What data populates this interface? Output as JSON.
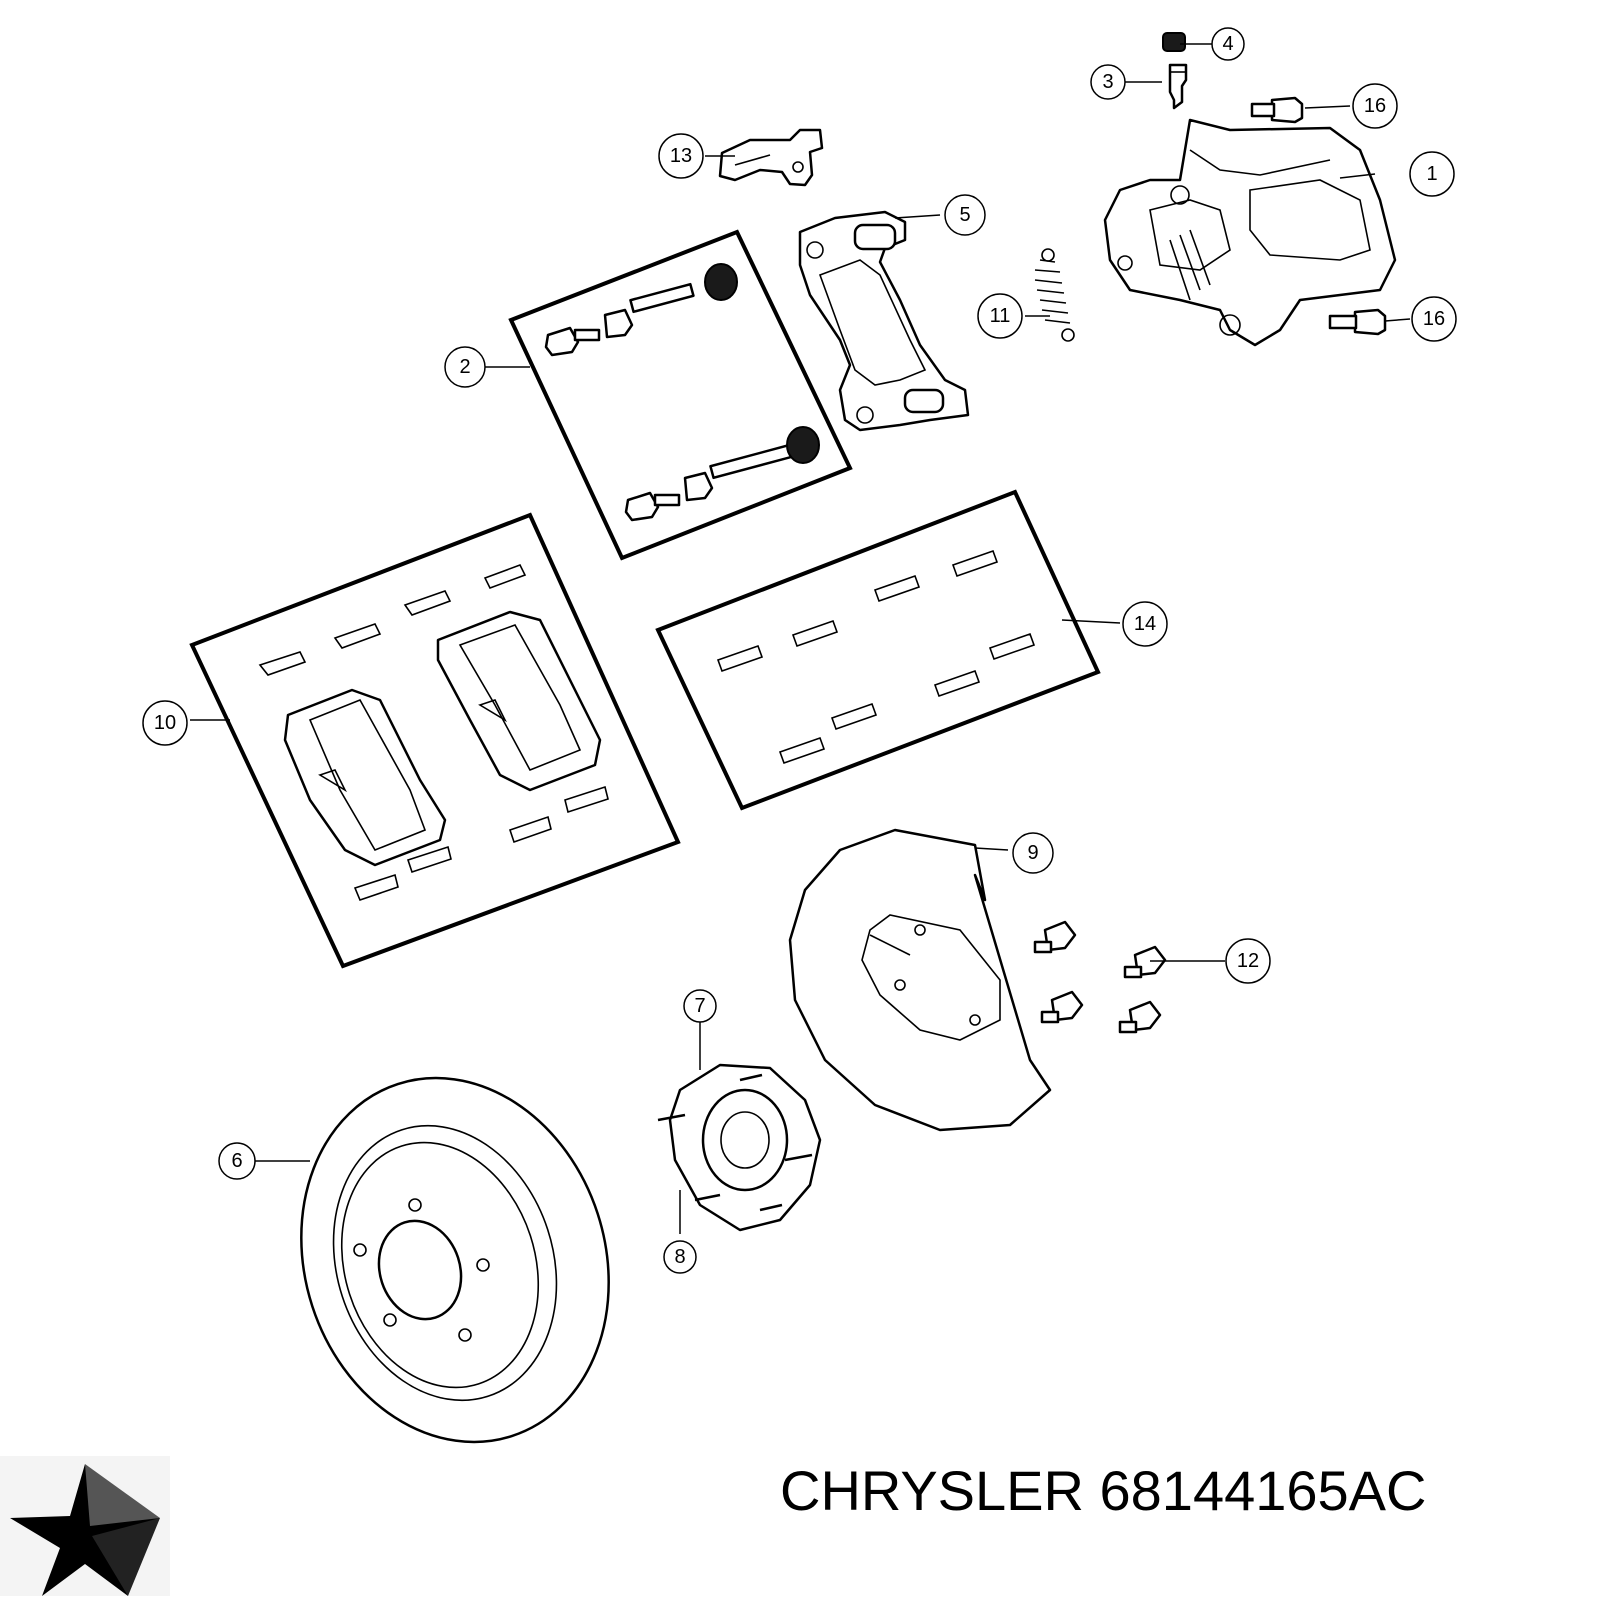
{
  "diagram": {
    "callouts": [
      {
        "id": "callout-1",
        "label": "1"
      },
      {
        "id": "callout-2",
        "label": "2"
      },
      {
        "id": "callout-3",
        "label": "3"
      },
      {
        "id": "callout-4",
        "label": "4"
      },
      {
        "id": "callout-5",
        "label": "5"
      },
      {
        "id": "callout-6",
        "label": "6"
      },
      {
        "id": "callout-7",
        "label": "7"
      },
      {
        "id": "callout-8",
        "label": "8"
      },
      {
        "id": "callout-9",
        "label": "9"
      },
      {
        "id": "callout-10",
        "label": "10"
      },
      {
        "id": "callout-11",
        "label": "11"
      },
      {
        "id": "callout-12",
        "label": "12"
      },
      {
        "id": "callout-13",
        "label": "13"
      },
      {
        "id": "callout-14",
        "label": "14"
      },
      {
        "id": "callout-16a",
        "label": "16"
      },
      {
        "id": "callout-16b",
        "label": "16"
      }
    ]
  },
  "footer": {
    "brand": "CHRYSLER",
    "part_number": "68144165AC",
    "caption": "CHRYSLER 68144165AC",
    "logo_icon": "pentastar-logo-icon"
  }
}
